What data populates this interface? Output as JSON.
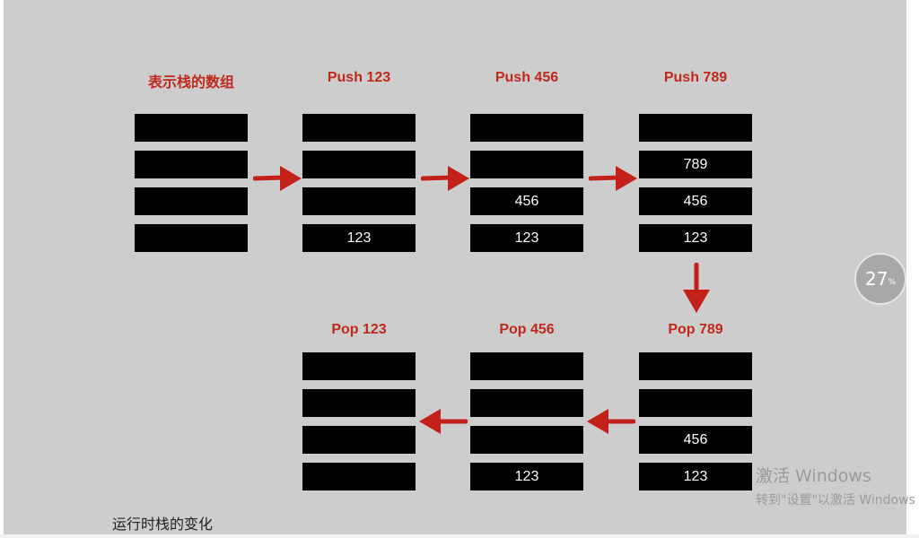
{
  "stages": [
    {
      "title": "表示栈的数组",
      "cells": [
        "",
        "",
        "",
        ""
      ]
    },
    {
      "title": "Push 123",
      "cells": [
        "",
        "",
        "",
        "123"
      ]
    },
    {
      "title": "Push 456",
      "cells": [
        "",
        "",
        "456",
        "123"
      ]
    },
    {
      "title": "Push 789",
      "cells": [
        "",
        "789",
        "456",
        "123"
      ]
    },
    {
      "title": "Pop 789",
      "cells": [
        "",
        "",
        "456",
        "123"
      ]
    },
    {
      "title": "Pop 456",
      "cells": [
        "",
        "",
        "",
        "123"
      ]
    },
    {
      "title": "Pop 123",
      "cells": [
        "",
        "",
        "",
        ""
      ]
    }
  ],
  "caption": "运行时栈的变化",
  "overlay": {
    "progress_value": "27",
    "progress_unit": "%"
  },
  "watermark": {
    "line1": "激活 Windows",
    "line2": "转到\"设置\"以激活 Windows"
  },
  "colors": {
    "title": "#c0281c",
    "arrow": "#c4201a",
    "cell": "#000000",
    "background": "#cdcdcd"
  }
}
